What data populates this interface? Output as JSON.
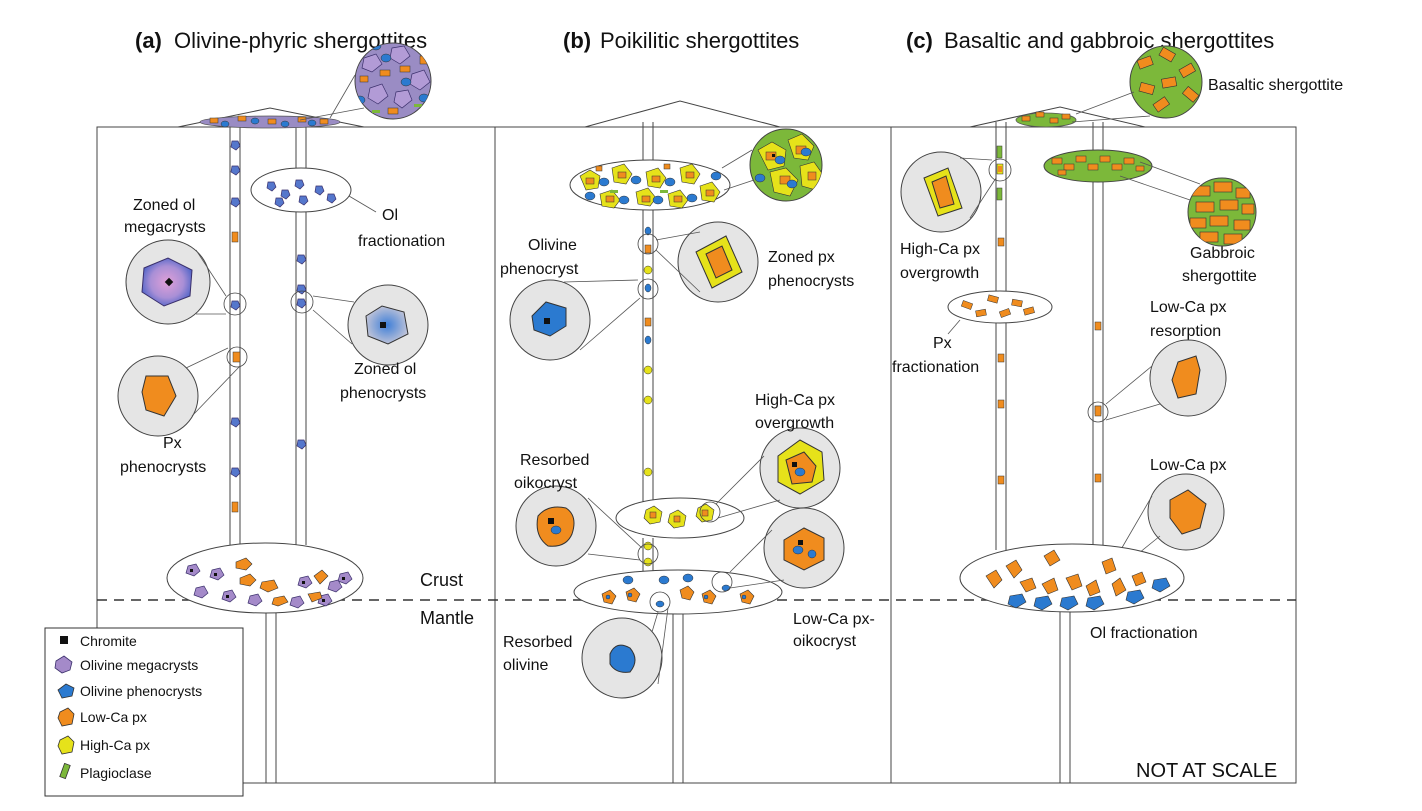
{
  "panels": {
    "a": {
      "letter": "(a)",
      "title": "Olivine-phyric shergottites"
    },
    "b": {
      "letter": "(b)",
      "title": "Poikilitic shergottites"
    },
    "c": {
      "letter": "(c)",
      "title": "Basaltic and gabbroic shergottites"
    }
  },
  "labels_a": {
    "zoned_ol_megacrysts": [
      "Zoned ol",
      "megacrysts"
    ],
    "ol_fractionation": [
      "Ol",
      "fractionation"
    ],
    "zoned_ol_phenocrysts": [
      "Zoned ol",
      "phenocrysts"
    ],
    "px_phenocrysts": [
      "Px",
      "phenocrysts"
    ]
  },
  "labels_b": {
    "olivine_phenocryst": [
      "Olivine",
      "phenocryst"
    ],
    "zoned_px_phenocrysts": [
      "Zoned px",
      "phenocrysts"
    ],
    "high_ca_px_overgrowth": [
      "High-Ca px",
      "overgrowth"
    ],
    "resorbed_oikocryst": [
      "Resorbed",
      "oikocryst"
    ],
    "low_ca_px_oikocryst": [
      "Low-Ca px-",
      "oikocryst"
    ],
    "resorbed_olivine": [
      "Resorbed",
      "olivine"
    ]
  },
  "labels_c": {
    "basaltic_shergottite": "Basaltic shergottite",
    "high_ca_px_overgrowth": [
      "High-Ca px",
      "overgrowth"
    ],
    "gabbroic_shergottite": [
      "Gabbroic",
      "shergottite"
    ],
    "px_fractionation": [
      "Px",
      "fractionation"
    ],
    "low_ca_px_resorption": [
      "Low-Ca px",
      "resorption"
    ],
    "low_ca_px": "Low-Ca px",
    "ol_fractionation": "Ol fractionation"
  },
  "layers": {
    "crust": "Crust",
    "mantle": "Mantle"
  },
  "legend": [
    {
      "label": "Chromite",
      "color": "#111111"
    },
    {
      "label": "Olivine megacrysts",
      "color": "#a48ac9"
    },
    {
      "label": "Olivine phenocrysts",
      "color": "#2b7ad0"
    },
    {
      "label": "Low-Ca px",
      "color": "#f08c1e"
    },
    {
      "label": "High-Ca px",
      "color": "#e6e21a"
    },
    {
      "label": "Plagioclase",
      "color": "#7cb83a"
    }
  ],
  "scale_note": "NOT AT SCALE"
}
